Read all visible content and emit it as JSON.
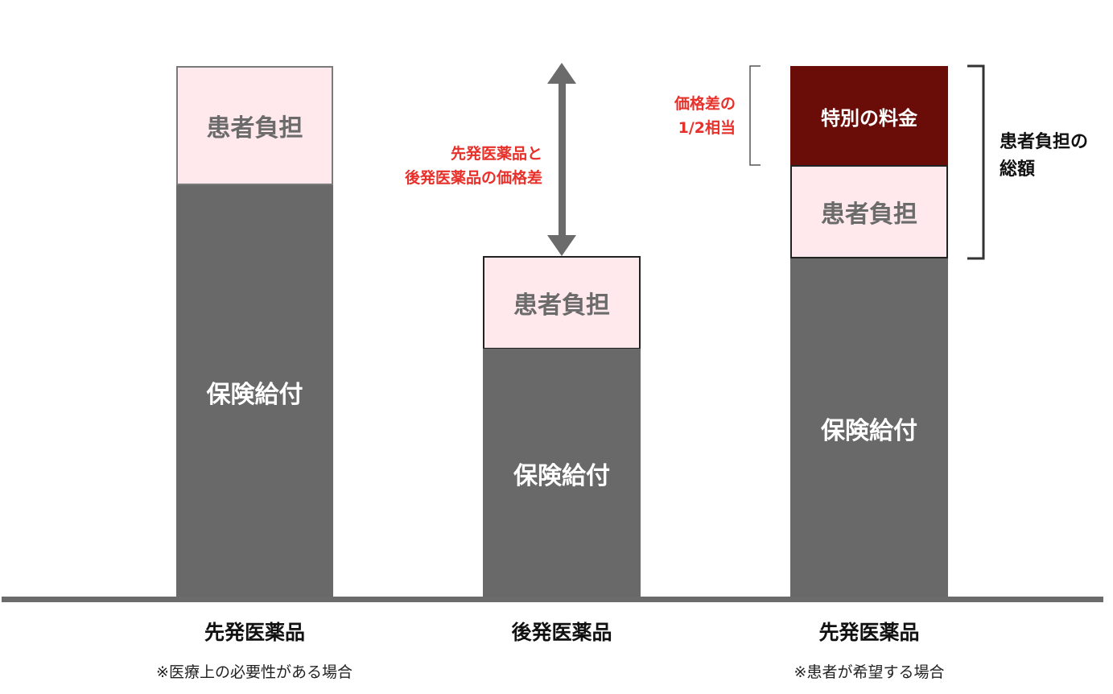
{
  "colors": {
    "patient_fill": "#ffe9ec",
    "insurance_fill": "#696969",
    "special_fill": "#6a0d09",
    "annotation_red": "#e8302a",
    "axis": "#6b6b6b"
  },
  "bars": [
    {
      "label": "先発医薬品",
      "note": "※医療上の必要性がある場合",
      "patient_text": "患者負担",
      "insurance_text": "保険給付"
    },
    {
      "label": "後発医薬品",
      "note": "",
      "patient_text": "患者負担",
      "insurance_text": "保険給付"
    },
    {
      "label": "先発医薬品",
      "note": "※患者が希望する場合",
      "special_text": "特別の料金",
      "patient_text": "患者負担",
      "insurance_text": "保険給付"
    }
  ],
  "annotations": {
    "price_diff_line1": "先発医薬品と",
    "price_diff_line2": "後発医薬品の価格差",
    "half_line1": "価格差の",
    "half_line2": "1/2相当",
    "total_line1": "患者負担の",
    "total_line2": "総額"
  }
}
